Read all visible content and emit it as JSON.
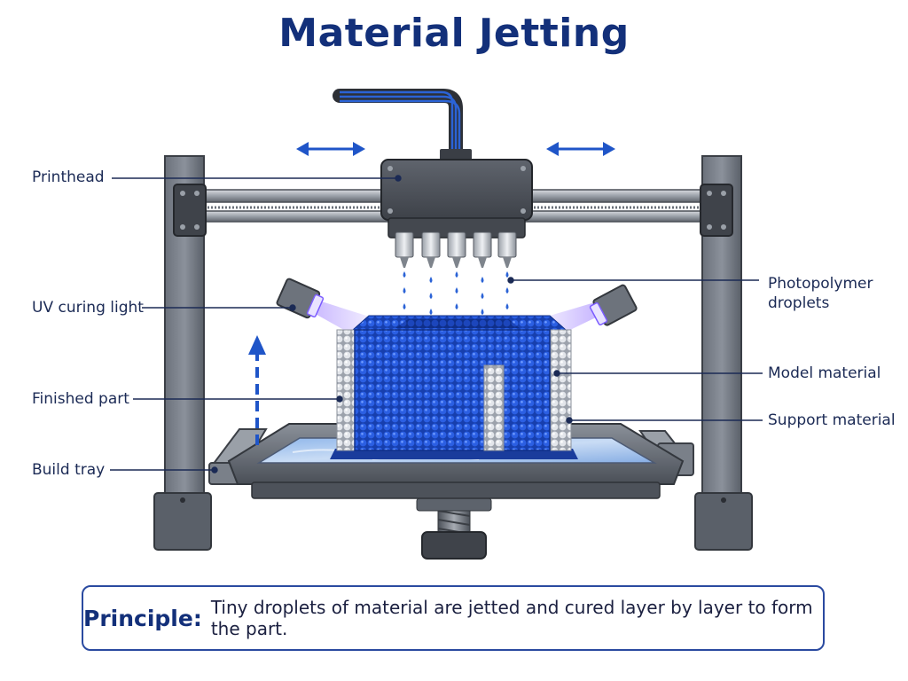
{
  "diagram": {
    "title": "Material Jetting",
    "labels": {
      "printhead": "Printhead",
      "uv_curing_light": "UV curing light",
      "finished_part": "Finished part",
      "build_tray": "Build tray",
      "photopolymer_droplets": "Photopolymer\ndroplets",
      "model_material": "Model material",
      "support_material": "Support material"
    },
    "principle": {
      "key": "Principle:",
      "text": "Tiny droplets of material are jetted and cured layer by layer to form the part."
    },
    "colors": {
      "title": "#13307a",
      "model": "#1f4fd0",
      "support": "#d7dae0",
      "frame": "#5d636e",
      "arrow": "#1f55c8",
      "uv": "#8f6bff"
    },
    "icons": [
      "double-arrow-icon",
      "up-arrow-icon",
      "uv-lamp-icon"
    ]
  }
}
